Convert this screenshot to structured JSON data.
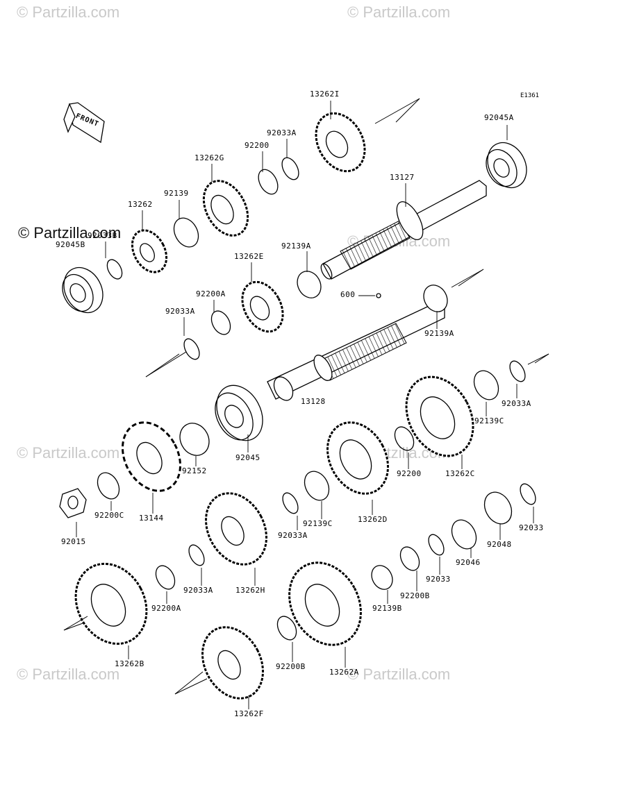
{
  "diagram": {
    "code": "E1361",
    "front_label": "FRONT"
  },
  "watermark": {
    "text": "© Partzilla.com",
    "strong_text": "© Partzilla.com"
  },
  "parts": [
    {
      "id": "p13262I",
      "label": "13262I"
    },
    {
      "id": "p92045A",
      "label": "92045A"
    },
    {
      "id": "p92033A_1",
      "label": "92033A"
    },
    {
      "id": "p92200_1",
      "label": "92200"
    },
    {
      "id": "p13262G",
      "label": "13262G"
    },
    {
      "id": "p13127",
      "label": "13127"
    },
    {
      "id": "p92139",
      "label": "92139"
    },
    {
      "id": "p13262",
      "label": "13262"
    },
    {
      "id": "p92033B",
      "label": "92033B"
    },
    {
      "id": "p92045B",
      "label": "92045B"
    },
    {
      "id": "p92139A_1",
      "label": "92139A"
    },
    {
      "id": "p13262E",
      "label": "13262E"
    },
    {
      "id": "p92200A_1",
      "label": "92200A"
    },
    {
      "id": "p600",
      "label": "600"
    },
    {
      "id": "p92033A_2",
      "label": "92033A"
    },
    {
      "id": "p92139A_2",
      "label": "92139A"
    },
    {
      "id": "p13128",
      "label": "13128"
    },
    {
      "id": "p92033A_3",
      "label": "92033A"
    },
    {
      "id": "p92139C_1",
      "label": "92139C"
    },
    {
      "id": "p92152",
      "label": "92152"
    },
    {
      "id": "p92045",
      "label": "92045"
    },
    {
      "id": "p92200_2",
      "label": "92200"
    },
    {
      "id": "p13262C",
      "label": "13262C"
    },
    {
      "id": "p92200C",
      "label": "92200C"
    },
    {
      "id": "p13144",
      "label": "13144"
    },
    {
      "id": "p13262D",
      "label": "13262D"
    },
    {
      "id": "p92015",
      "label": "92015"
    },
    {
      "id": "p92033A_4",
      "label": "92033A"
    },
    {
      "id": "p92139C_2",
      "label": "92139C"
    },
    {
      "id": "p92033_1",
      "label": "92033"
    },
    {
      "id": "p92048",
      "label": "92048"
    },
    {
      "id": "p92046",
      "label": "92046"
    },
    {
      "id": "p92033_2",
      "label": "92033"
    },
    {
      "id": "p92033A_5",
      "label": "92033A"
    },
    {
      "id": "p13262H",
      "label": "13262H"
    },
    {
      "id": "p92200B_1",
      "label": "92200B"
    },
    {
      "id": "p92200A_2",
      "label": "92200A"
    },
    {
      "id": "p92139B",
      "label": "92139B"
    },
    {
      "id": "p13262B",
      "label": "13262B"
    },
    {
      "id": "p92200B_2",
      "label": "92200B"
    },
    {
      "id": "p13262A",
      "label": "13262A"
    },
    {
      "id": "p13262F",
      "label": "13262F"
    }
  ]
}
